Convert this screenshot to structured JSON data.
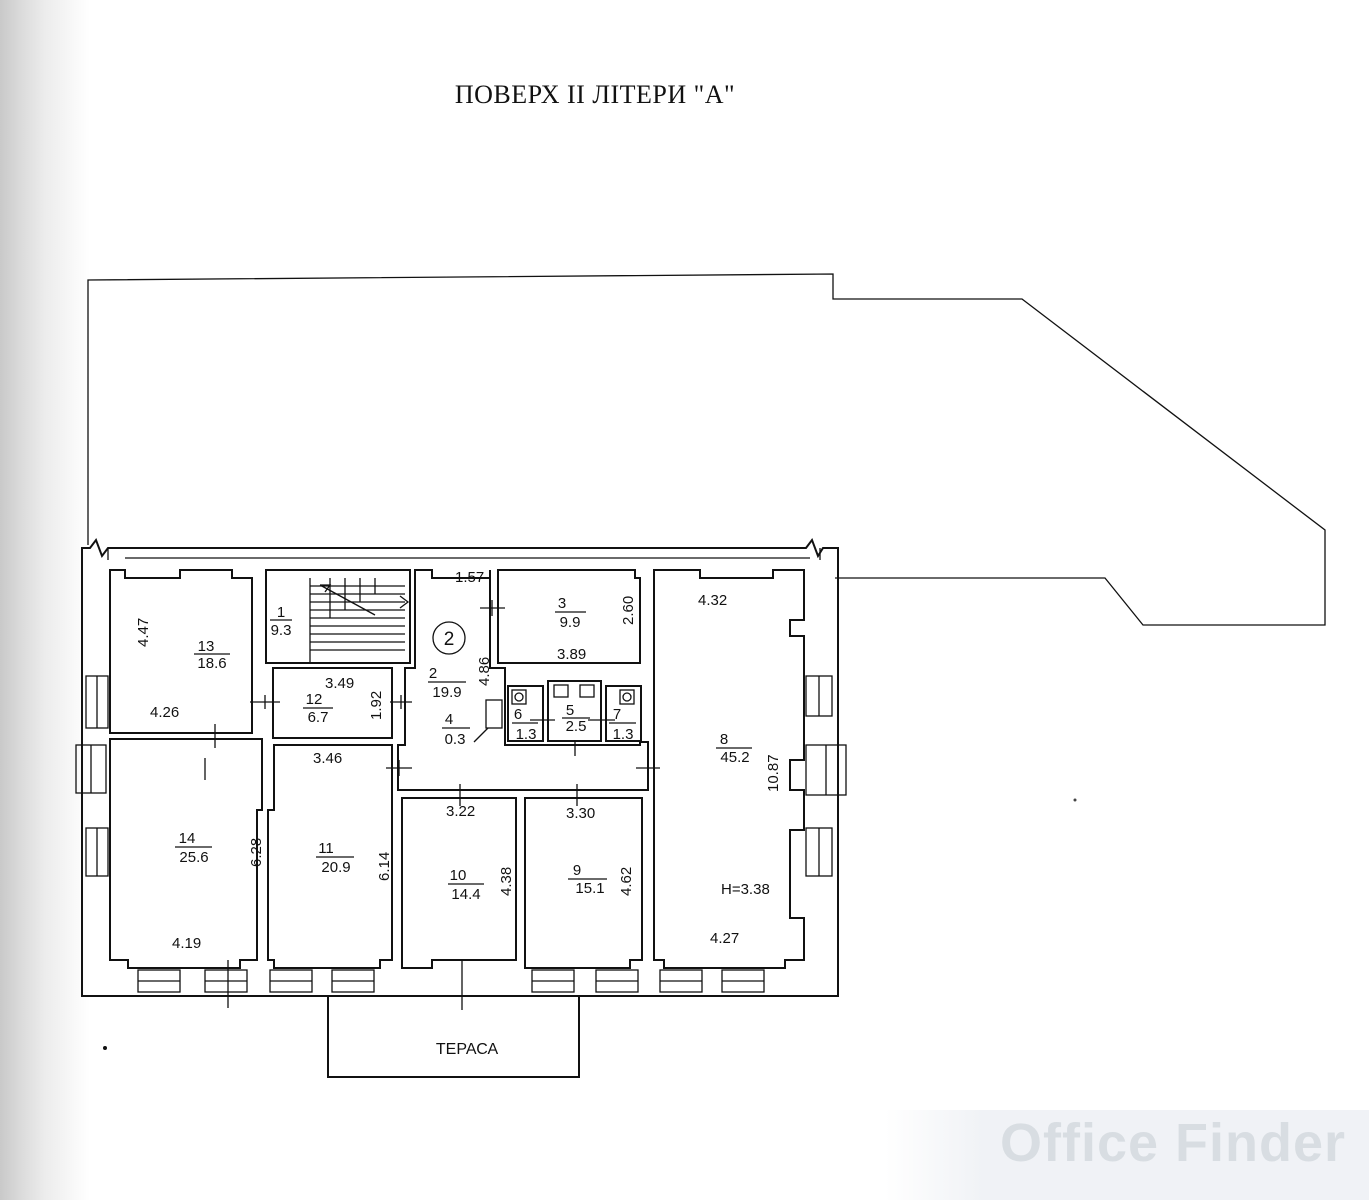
{
  "title": "ПОВЕРХ II ЛІТЕРИ \"А\"",
  "terrace_label": "ТЕРАСА",
  "height_label": "H=3.38",
  "staircase_marker": "2",
  "watermark": "Office Finder",
  "rooms": [
    {
      "number": "1",
      "area": "9.3"
    },
    {
      "number": "2",
      "area": "19.9"
    },
    {
      "number": "3",
      "area": "9.9"
    },
    {
      "number": "4",
      "area": "0.3"
    },
    {
      "number": "5",
      "area": "2.5"
    },
    {
      "number": "6",
      "area": "1.3"
    },
    {
      "number": "7",
      "area": "1.3"
    },
    {
      "number": "8",
      "area": "45.2"
    },
    {
      "number": "9",
      "area": "15.1"
    },
    {
      "number": "10",
      "area": "14.4"
    },
    {
      "number": "11",
      "area": "20.9"
    },
    {
      "number": "12",
      "area": "6.7"
    },
    {
      "number": "13",
      "area": "18.6"
    },
    {
      "number": "14",
      "area": "25.6"
    }
  ],
  "dimensions": [
    "1.57",
    "4.86",
    "2.60",
    "3.89",
    "4.32",
    "10.87",
    "4.27",
    "3.49",
    "1.92",
    "3.46",
    "3.22",
    "3.30",
    "4.38",
    "4.62",
    "6.14",
    "6.28",
    "4.19",
    "4.26",
    "4.47"
  ]
}
